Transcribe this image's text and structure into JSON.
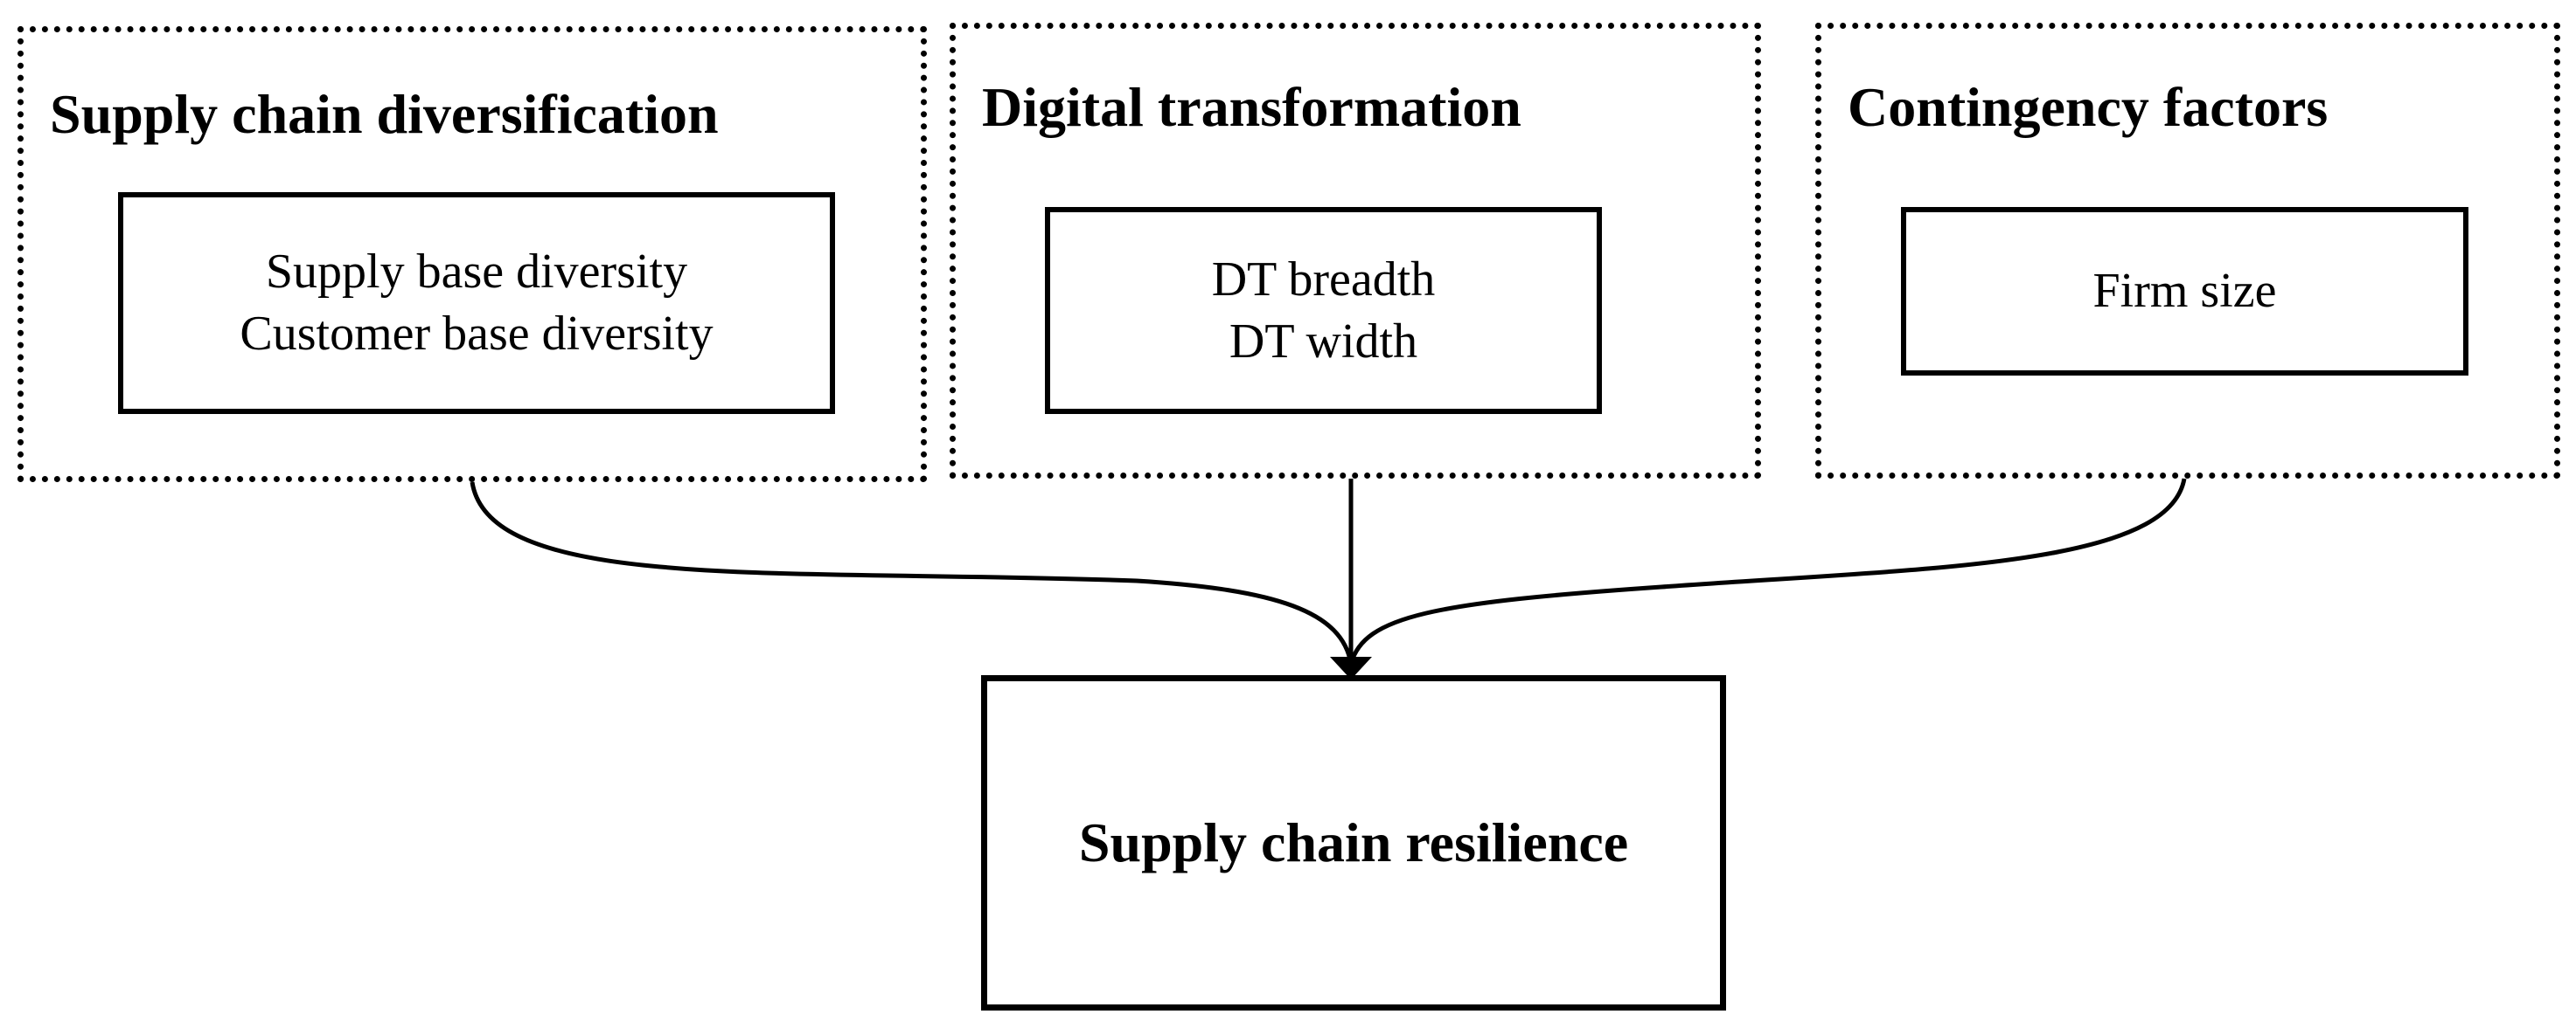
{
  "groups": {
    "supply_chain_diversification": {
      "title": "Supply chain diversification",
      "items": [
        "Supply base diversity",
        "Customer base diversity"
      ]
    },
    "digital_transformation": {
      "title": "Digital transformation",
      "items": [
        "DT breadth",
        "DT width"
      ]
    },
    "contingency_factors": {
      "title": "Contingency factors",
      "items": [
        "Firm size"
      ]
    }
  },
  "outcome": {
    "label": "Supply chain resilience"
  }
}
